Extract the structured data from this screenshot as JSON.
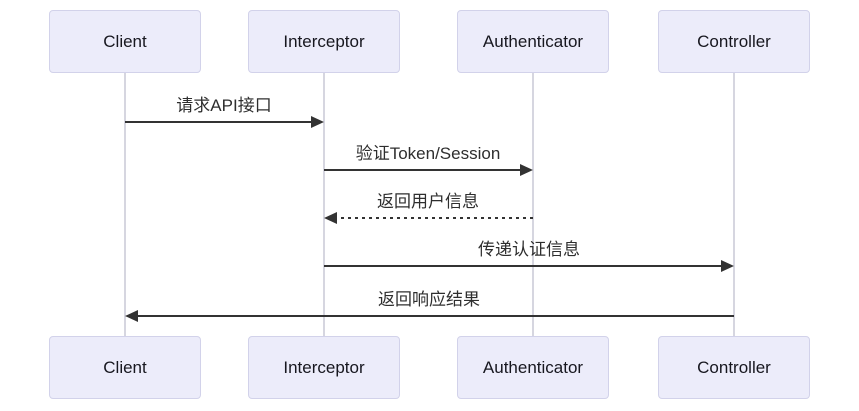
{
  "diagram": {
    "type": "sequence",
    "actors": [
      {
        "name": "Client"
      },
      {
        "name": "Interceptor"
      },
      {
        "name": "Authenticator"
      },
      {
        "name": "Controller"
      }
    ],
    "messages": [
      {
        "from": "Client",
        "to": "Interceptor",
        "label": "请求API接口",
        "line": "solid",
        "direction": "right"
      },
      {
        "from": "Interceptor",
        "to": "Authenticator",
        "label": "验证Token/Session",
        "line": "solid",
        "direction": "right"
      },
      {
        "from": "Authenticator",
        "to": "Interceptor",
        "label": "返回用户信息",
        "line": "dashed",
        "direction": "left"
      },
      {
        "from": "Interceptor",
        "to": "Controller",
        "label": "传递认证信息",
        "line": "solid",
        "direction": "right"
      },
      {
        "from": "Controller",
        "to": "Client",
        "label": "返回响应结果",
        "line": "solid",
        "direction": "left"
      }
    ],
    "colors": {
      "actor_fill": "#ececfa",
      "actor_border": "#d2d2ea",
      "lifeline": "#d6d6e0",
      "arrow": "#333333",
      "text": "#2e2e2e",
      "background": "#ffffff"
    }
  }
}
